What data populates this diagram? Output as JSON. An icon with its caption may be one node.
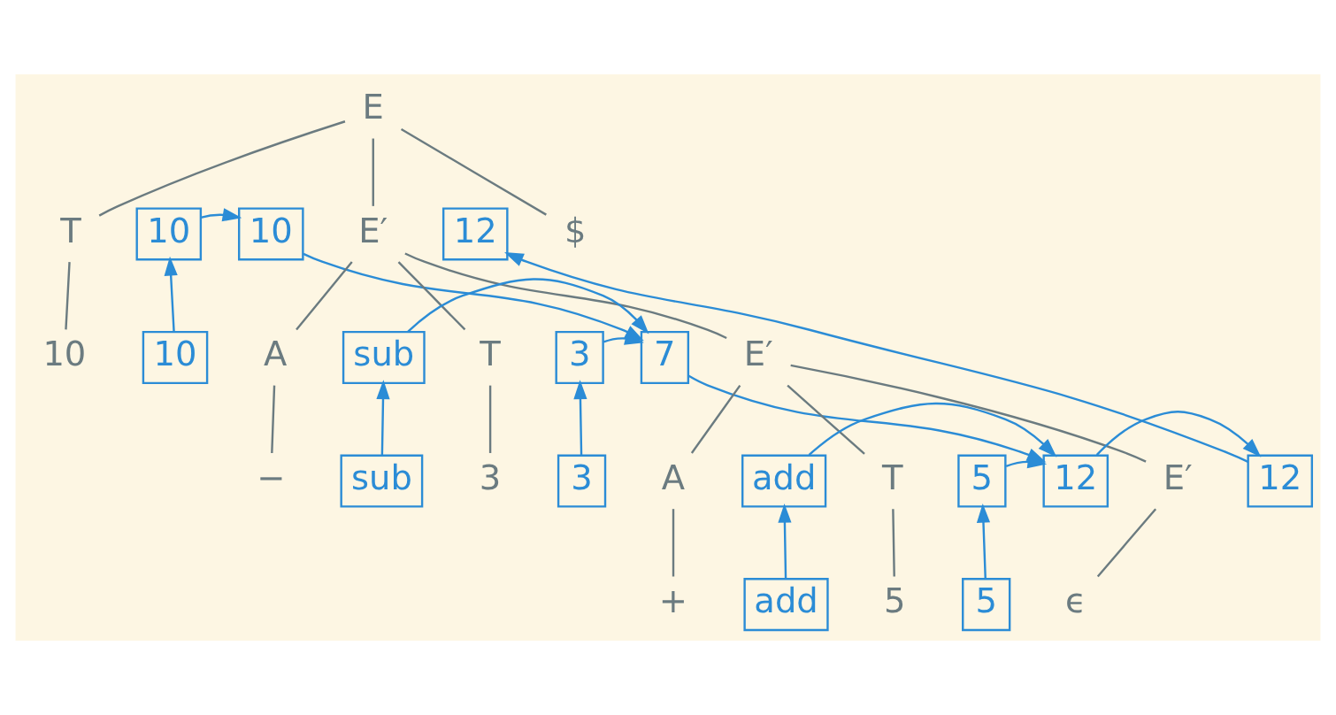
{
  "diagram": {
    "nodes": [
      {
        "text": [
          "E"
        ]
      },
      {
        "text": [
          "T"
        ]
      },
      {
        "text": [
          "10"
        ]
      },
      {
        "text": [
          "E′"
        ]
      },
      {
        "text": [
          "$"
        ]
      },
      {
        "text": [
          "10"
        ]
      },
      {
        "text": [
          "12"
        ]
      },
      {
        "text": [
          "10"
        ]
      },
      {
        "text": [
          "10"
        ]
      },
      {
        "text": [
          "A"
        ]
      },
      {
        "text": [
          "T"
        ]
      },
      {
        "text": [
          "7"
        ]
      },
      {
        "text": [
          "E′"
        ]
      },
      {
        "text": [
          "sub"
        ]
      },
      {
        "text": [
          "3"
        ]
      },
      {
        "text": [
          "−"
        ]
      },
      {
        "text": [
          "sub"
        ]
      },
      {
        "text": [
          "3"
        ]
      },
      {
        "text": [
          "3"
        ]
      },
      {
        "text": [
          "A"
        ]
      },
      {
        "text": [
          "T"
        ]
      },
      {
        "text": [
          "E′"
        ]
      },
      {
        "text": [
          "12"
        ]
      },
      {
        "text": [
          "add"
        ]
      },
      {
        "text": [
          "5"
        ]
      },
      {
        "text": [
          "12"
        ]
      },
      {
        "text": [
          "+"
        ]
      },
      {
        "text": [
          "add"
        ]
      },
      {
        "text": [
          "5"
        ]
      },
      {
        "text": [
          "5"
        ]
      },
      {
        "text": [
          "ϵ"
        ]
      }
    ],
    "edges": [
      {
        "from": 0,
        "to": 1,
        "arrow": "none"
      },
      {
        "from": 0,
        "to": 3,
        "arrow": "none"
      },
      {
        "from": 0,
        "to": 4,
        "arrow": "none"
      },
      {
        "from": 1,
        "to": 7,
        "arrow": "none"
      },
      {
        "from": 3,
        "to": 9,
        "arrow": "none"
      },
      {
        "from": 3,
        "to": 10,
        "arrow": "none"
      },
      {
        "from": 3,
        "to": 12,
        "arrow": "none"
      },
      {
        "from": 9,
        "to": 15,
        "arrow": "none"
      },
      {
        "from": 10,
        "to": 17,
        "arrow": "none"
      },
      {
        "from": 12,
        "to": 19,
        "arrow": "none"
      },
      {
        "from": 12,
        "to": 20,
        "arrow": "none"
      },
      {
        "from": 12,
        "to": 21,
        "arrow": "none"
      },
      {
        "from": 19,
        "to": 26,
        "arrow": "none"
      },
      {
        "from": 20,
        "to": 28,
        "arrow": "none"
      },
      {
        "from": 21,
        "to": 30,
        "arrow": "none"
      },
      {
        "from": 8,
        "to": 5,
        "arrow": "to",
        "color": "#2b8cd6"
      },
      {
        "from": 5,
        "to": 2,
        "arrow": "to",
        "color": "#2b8cd6"
      },
      {
        "from": 2,
        "to": 11,
        "arrow": "to",
        "color": "#2b8cd6"
      },
      {
        "from": 16,
        "to": 13,
        "arrow": "to",
        "color": "#2b8cd6"
      },
      {
        "from": 13,
        "to": 11,
        "arrow": "to",
        "color": "#2b8cd6"
      },
      {
        "from": 18,
        "to": 14,
        "arrow": "to",
        "color": "#2b8cd6"
      },
      {
        "from": 14,
        "to": 11,
        "arrow": "to",
        "color": "#2b8cd6"
      },
      {
        "from": 11,
        "to": 25,
        "arrow": "to",
        "color": "#2b8cd6"
      },
      {
        "from": 27,
        "to": 23,
        "arrow": "to",
        "color": "#2b8cd6"
      },
      {
        "from": 23,
        "to": 25,
        "arrow": "to",
        "color": "#2b8cd6"
      },
      {
        "from": 29,
        "to": 24,
        "arrow": "to",
        "color": "#2b8cd6"
      },
      {
        "from": 24,
        "to": 25,
        "arrow": "to",
        "color": "#2b8cd6"
      },
      {
        "from": 25,
        "to": 22,
        "arrow": "to",
        "color": "#2b8cd6"
      },
      {
        "from": 22,
        "to": 6,
        "arrow": "to",
        "color": "#2b8cd6"
      }
    ]
  }
}
